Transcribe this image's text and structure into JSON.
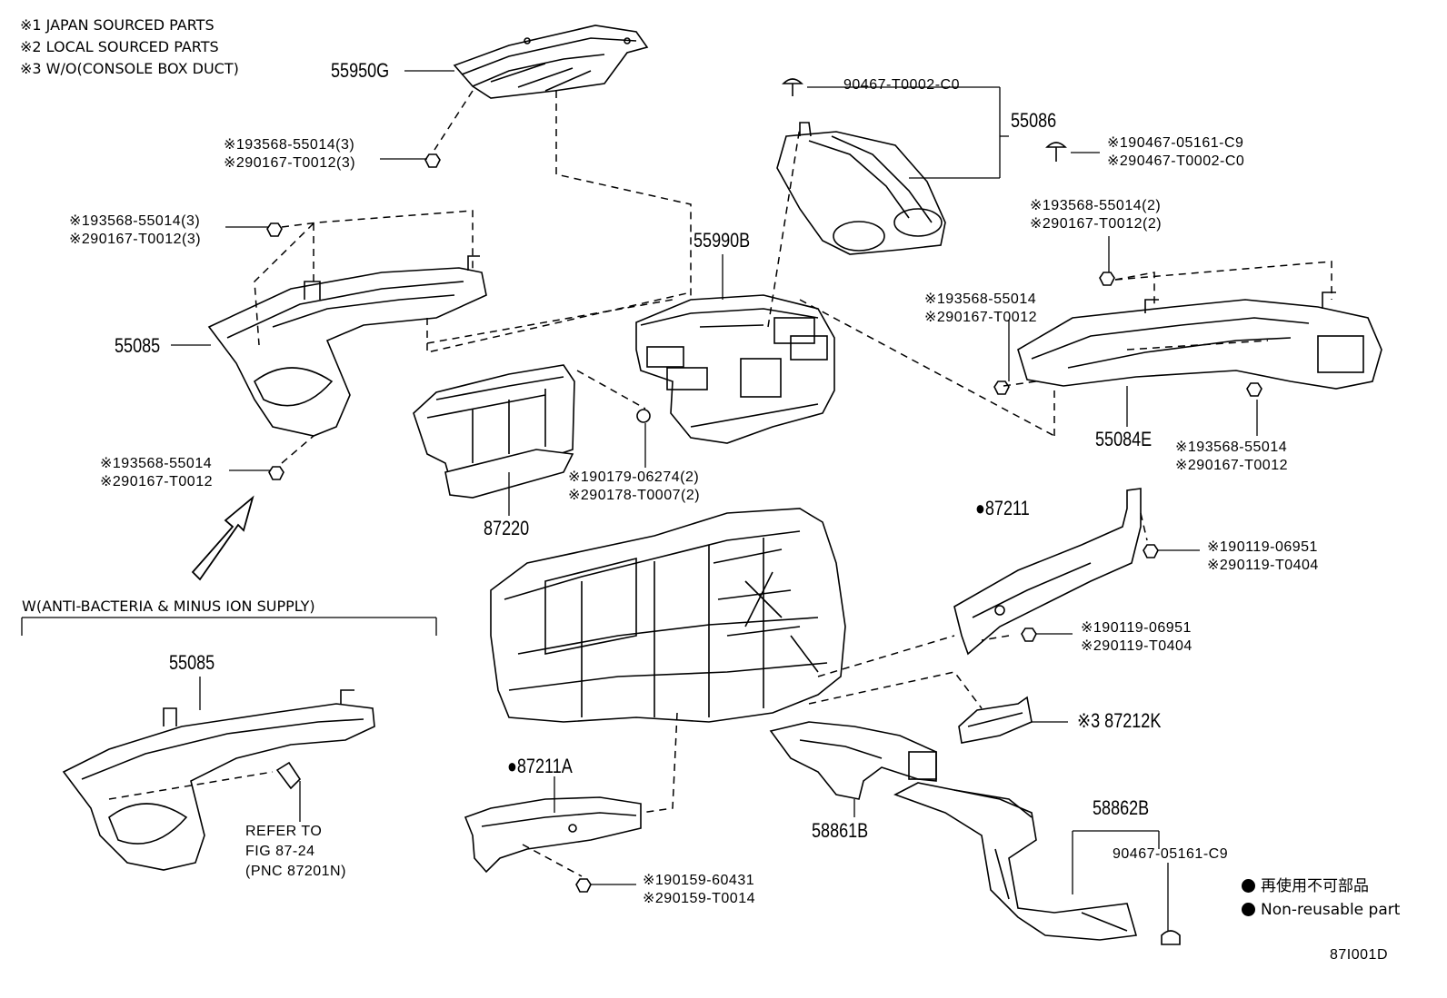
{
  "notes": [
    "※1 JAPAN SOURCED PARTS",
    "※2 LOCAL SOURCED PARTS",
    "※3 W/O(CONSOLE BOX DUCT)"
  ],
  "option_label": "W(ANTI-BACTERIA & MINUS ION SUPPLY)",
  "parts": {
    "p55950G": "55950G",
    "p55086": "55086",
    "p55990B": "55990B",
    "p55085_a": "55085",
    "p55085_b": "55085",
    "p55084E": "55084E",
    "p87220": "87220",
    "p87211": "●87211",
    "p87211A": "●87211A",
    "p87212K": "※3 87212K",
    "p58861B": "58861B",
    "p58862B": "58862B"
  },
  "fasteners": {
    "f_a1": "※193568-55014(3)",
    "f_a2": "※290167-T0012(3)",
    "f_b1": "※193568-55014(3)",
    "f_b2": "※290167-T0012(3)",
    "f_c1": "※193568-55014",
    "f_c2": "※290167-T0012",
    "f_d": "90467-T0002-C0",
    "f_e1": "※190467-05161-C9",
    "f_e2": "※290467-T0002-C0",
    "f_f1": "※193568-55014(2)",
    "f_f2": "※290167-T0012(2)",
    "f_g1": "※193568-55014",
    "f_g2": "※290167-T0012",
    "f_h1": "※193568-55014",
    "f_h2": "※290167-T0012",
    "f_i1": "※190179-06274(2)",
    "f_i2": "※290178-T0007(2)",
    "f_j1": "※190119-06951",
    "f_j2": "※290119-T0404",
    "f_k1": "※190119-06951",
    "f_k2": "※290119-T0404",
    "f_l1": "※190159-60431",
    "f_l2": "※290159-T0014",
    "f_m": "90467-05161-C9"
  },
  "refer": [
    "REFER TO",
    "FIG 87-24",
    "(PNC 87201N)"
  ],
  "legend": [
    "再使用不可部品",
    "Non-reusable part"
  ],
  "figure_code": "87I001D"
}
